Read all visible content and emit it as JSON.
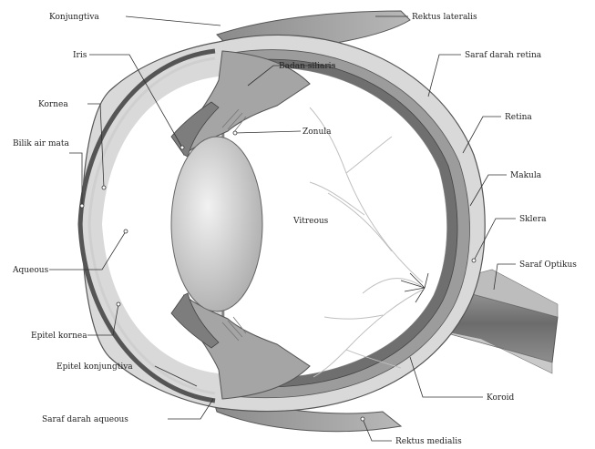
{
  "labels": {
    "konjungtiva": "Konjungtiva",
    "iris": "Iris",
    "kornea": "Kornea",
    "badan_siliaris": "Badan siliaris",
    "zonula": "Zonula",
    "rektus_lateralis": "Rektus lateralis",
    "saraf_darah_retina": "Saraf darah retina",
    "retina": "Retina",
    "makula": "Makula",
    "sklera": "Sklera",
    "saraf_optikus": "Saraf Optikus",
    "bilik_air_mata": "Bilik air mata",
    "vitreous": "Vitreous",
    "aqueous": "Aqueous",
    "epitel_kornea": "Epitel kornea",
    "epitel_konjungtiva": "Epitel konjungtiva",
    "saraf_darah_aqueous": "Saraf darah aqueous",
    "koroid": "Koroid",
    "rektus_medialis": "Rektus medialis"
  },
  "colors": {
    "background": "#ffffff",
    "line": "#333333",
    "sclera": "#d6d6d6",
    "choroid": "#9a9a9a",
    "retina": "#6e6e6e",
    "muscle": "#8a8a8a",
    "nerve": "#7a7a7a",
    "lens": "#c4c4c4"
  }
}
